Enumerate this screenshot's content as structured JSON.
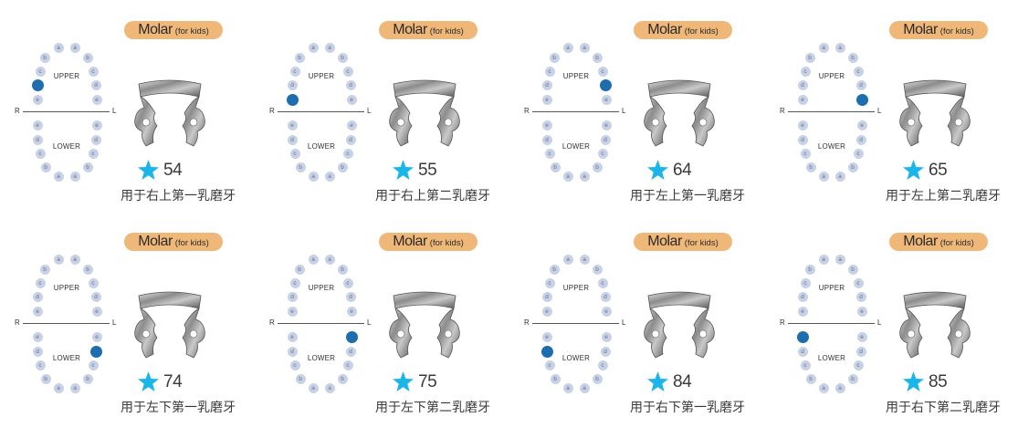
{
  "colors": {
    "badge_bg": "#F0B878",
    "tooth_dot": "#C7D2E8",
    "tooth_highlight": "#1E6DAE",
    "star": "#1AB6EA",
    "text": "#3a3a3a"
  },
  "common": {
    "badge_main": "Molar",
    "badge_sub": "(for kids)",
    "upper_label": "UPPER",
    "lower_label": "LOWER",
    "right_label": "R",
    "left_label": "L",
    "star_icon": "star-icon",
    "tooth_letters_upper_left": [
      "a",
      "b",
      "c",
      "d",
      "e"
    ],
    "tooth_letters_upper_right": [
      "a",
      "b",
      "c",
      "d",
      "e"
    ],
    "tooth_letters_lower_left": [
      "e",
      "d",
      "c",
      "b",
      "a"
    ],
    "tooth_letters_lower_right": [
      "e",
      "d",
      "c",
      "b",
      "a"
    ]
  },
  "panels": [
    {
      "number": "54",
      "caption": "用于右上第一乳磨牙",
      "highlight": "upper-right-side-d"
    },
    {
      "number": "55",
      "caption": "用于右上第二乳磨牙",
      "highlight": "upper-right-side-e"
    },
    {
      "number": "64",
      "caption": "用于左上第一乳磨牙",
      "highlight": "upper-left-side-d"
    },
    {
      "number": "65",
      "caption": "用于左上第二乳磨牙",
      "highlight": "upper-left-side-e"
    },
    {
      "number": "74",
      "caption": "用于左下第一乳磨牙",
      "highlight": "lower-left-side-d"
    },
    {
      "number": "75",
      "caption": "用于左下第二乳磨牙",
      "highlight": "lower-left-side-e"
    },
    {
      "number": "84",
      "caption": "用于右下第一乳磨牙",
      "highlight": "lower-right-side-d"
    },
    {
      "number": "85",
      "caption": "用于右下第二乳磨牙",
      "highlight": "lower-right-side-e"
    }
  ]
}
